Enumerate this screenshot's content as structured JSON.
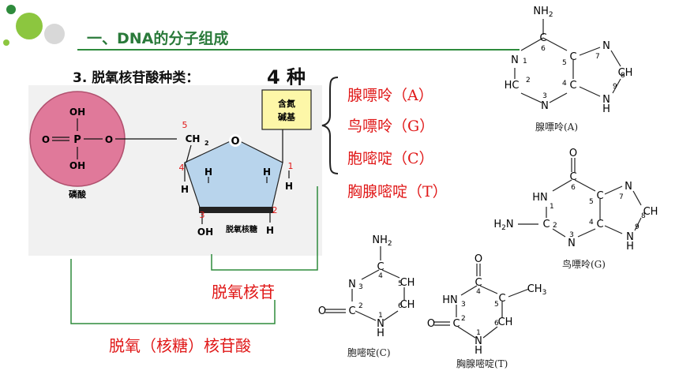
{
  "header": {
    "title": "一、DNA的分子组成"
  },
  "question": {
    "label": "3. 脱氧核苷酸种类：",
    "answer": "4 种"
  },
  "bases": [
    "腺嘌呤（A）",
    "鸟嘌呤（G）",
    "胞嘧啶（C）",
    "胸腺嘧啶（T）"
  ],
  "diagram": {
    "phosphate_groups": [
      "OH",
      "O",
      "P",
      "O",
      "OH"
    ],
    "phosphate_label": "磷酸",
    "ch2_label": "CH",
    "ring_oxygen": "O",
    "h_labels": [
      "H",
      "H",
      "H",
      "H"
    ],
    "oh_label": "OH",
    "sugar_label": "脱氧核糖",
    "base_box": "含氮碱基",
    "carbon_numbers": [
      "5",
      "4",
      "3",
      "2",
      "1"
    ]
  },
  "brackets": {
    "nucleoside": "脱氧核苷",
    "nucleotide": "脱氧（核糖）核苷酸"
  },
  "structures": {
    "adenine": "腺嘌呤(A)",
    "guanine": "鸟嘌呤(G)",
    "cytosine": "胞嘧啶(C)",
    "thymine": "胸腺嘧啶(T)"
  },
  "colors": {
    "accent_green": "#2e8b3c",
    "red": "#e01818",
    "phosphate_pink": "#e0799a",
    "sugar_blue": "#b8d4ec",
    "base_yellow": "#fdf7a8"
  }
}
